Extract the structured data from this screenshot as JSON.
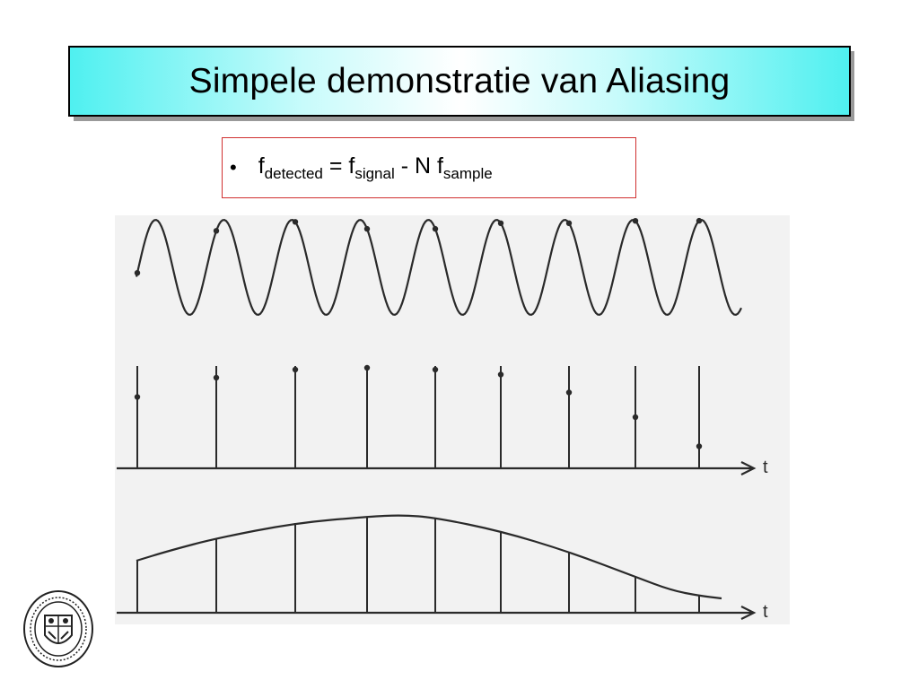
{
  "slide": {
    "title": "Simpele demonstratie van Aliasing",
    "formula": {
      "bullet": "•",
      "f1": "f",
      "sub1": "detected",
      "eq": " = f",
      "sub2": "signal",
      "minus": " - N f",
      "sub3": "sample"
    }
  },
  "figure": {
    "axis_label_1": "t",
    "axis_label_2": "t",
    "samples": [
      0.35,
      0.78,
      0.96,
      1.0,
      0.96,
      0.85,
      0.45,
      -0.1,
      -0.75
    ],
    "colors": {
      "ink": "#2a2a2a",
      "paper": "#f2f2f2"
    }
  }
}
